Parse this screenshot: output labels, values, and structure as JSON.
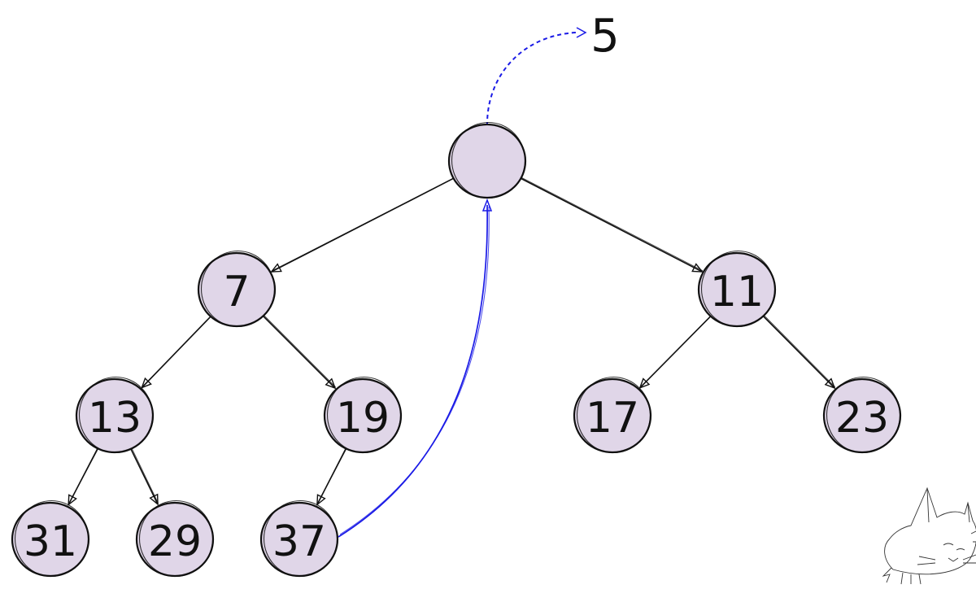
{
  "colors": {
    "node_fill": "#e0d6e8",
    "node_stroke": "#111111",
    "accent": "#1a1ae6"
  },
  "heap": {
    "root": {
      "value": ""
    },
    "nodes": [
      {
        "id": "n7",
        "value": "7"
      },
      {
        "id": "n11",
        "value": "11"
      },
      {
        "id": "n13",
        "value": "13"
      },
      {
        "id": "n19",
        "value": "19"
      },
      {
        "id": "n17",
        "value": "17"
      },
      {
        "id": "n23",
        "value": "23"
      },
      {
        "id": "n31",
        "value": "31"
      },
      {
        "id": "n29",
        "value": "29"
      },
      {
        "id": "n37",
        "value": "37"
      }
    ],
    "edges": [
      {
        "from": "root",
        "to": "n7"
      },
      {
        "from": "root",
        "to": "n11"
      },
      {
        "from": "n7",
        "to": "n13"
      },
      {
        "from": "n7",
        "to": "n19"
      },
      {
        "from": "n11",
        "to": "n17"
      },
      {
        "from": "n11",
        "to": "n23"
      },
      {
        "from": "n13",
        "to": "n31"
      },
      {
        "from": "n13",
        "to": "n29"
      },
      {
        "from": "n19",
        "to": "n37"
      }
    ]
  },
  "extracted_value": "5",
  "moves": [
    {
      "from": "n37",
      "to": "root",
      "style": "solid"
    },
    {
      "from": "root",
      "to": "extracted",
      "style": "dashed"
    }
  ],
  "icons": {
    "watermark": "sleeping-cat-icon"
  }
}
